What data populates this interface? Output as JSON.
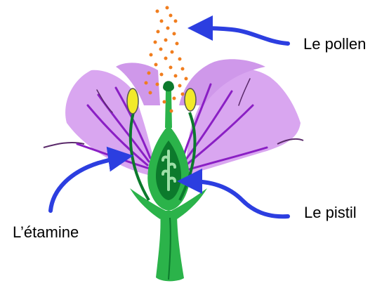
{
  "labels": {
    "pollen": "Le pollen",
    "pistil": "Le pistil",
    "stamen": "L’étamine"
  },
  "colors": {
    "petal": "#d9a6f0",
    "petal_vein": "#8a1fc4",
    "green": "#2bb34a",
    "dark_green": "#0c7a2c",
    "anther": "#f2ea2a",
    "pollen": "#f07d1e",
    "arrow": "#2c3ee0"
  }
}
